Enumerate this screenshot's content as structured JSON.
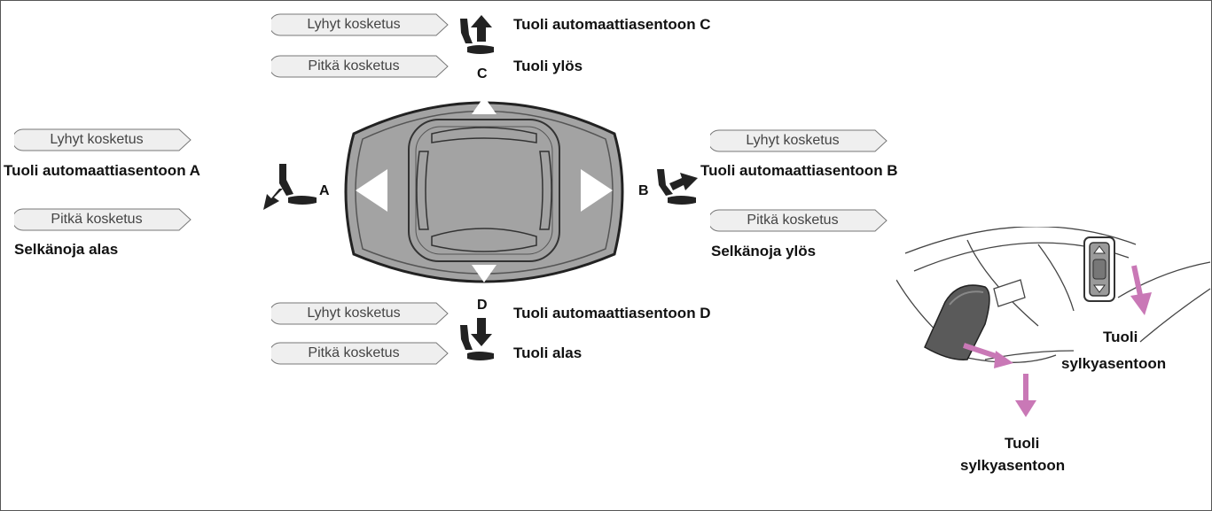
{
  "positions": {
    "C": {
      "letter": "C",
      "short_touch": "Lyhyt kosketus",
      "short_action": "Tuoli automaattiasentoon C",
      "long_touch": "Pitkä kosketus",
      "long_action": "Tuoli ylös"
    },
    "A": {
      "letter": "A",
      "short_touch": "Lyhyt kosketus",
      "short_action": "Tuoli automaattiasentoon A",
      "long_touch": "Pitkä kosketus",
      "long_action": "Selkänoja alas"
    },
    "B": {
      "letter": "B",
      "short_touch": "Lyhyt kosketus",
      "short_action": "Tuoli automaattiasentoon B",
      "long_touch": "Pitkä kosketus",
      "long_action": "Selkänoja ylös"
    },
    "D": {
      "letter": "D",
      "short_touch": "Lyhyt kosketus",
      "short_action": "Tuoli automaattiasentoon D",
      "long_touch": "Pitkä kosketus",
      "long_action": "Tuoli alas"
    }
  },
  "recline": {
    "label_right_line1": "Tuoli",
    "label_right_line2": "sylkyasentoon",
    "label_bottom_line1": "Tuoli",
    "label_bottom_line2": "sylkyasentoon"
  },
  "icons": {
    "seat_up": "seat-up-icon",
    "seat_down": "seat-down-icon",
    "seat_back_down": "seat-backrest-down-icon",
    "seat_back_up": "seat-backrest-up-icon"
  },
  "colors": {
    "arrow_pink": "#c978b6",
    "pad_gray": "#a3a3a3",
    "pad_border": "#2a2a2a",
    "tag_fill": "#efefef"
  }
}
